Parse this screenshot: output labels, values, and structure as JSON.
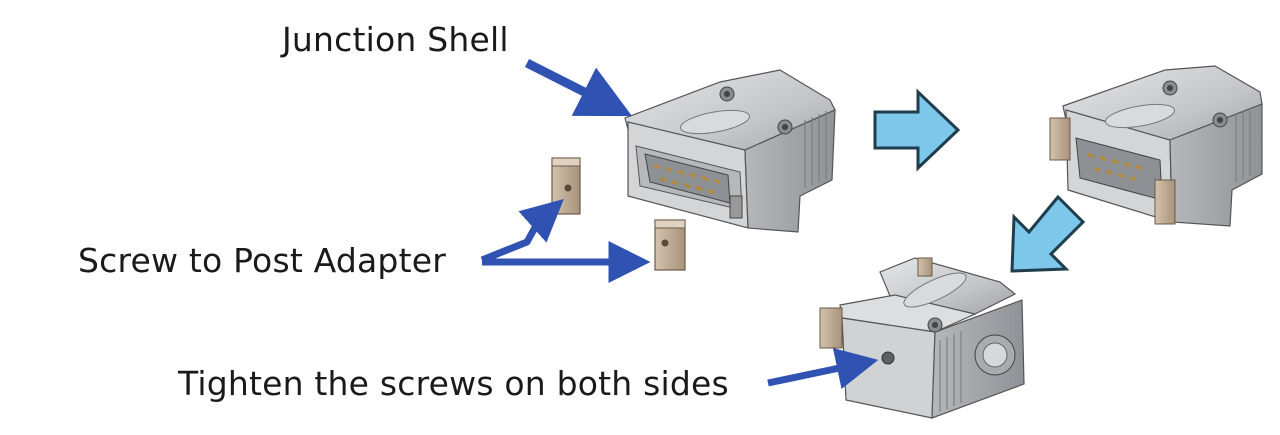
{
  "labels": {
    "junction_shell": "Junction Shell",
    "screw_adapter": "Screw to Post Adapter",
    "tighten": "Tighten the screws on both sides"
  },
  "colors": {
    "callout_arrow": "#2f52b3",
    "step_arrow_fill": "#7dc8ea",
    "step_arrow_stroke": "#1f3d4d",
    "shell_metal": "#c9cbcd",
    "adapter_tan": "#c4b19a"
  }
}
